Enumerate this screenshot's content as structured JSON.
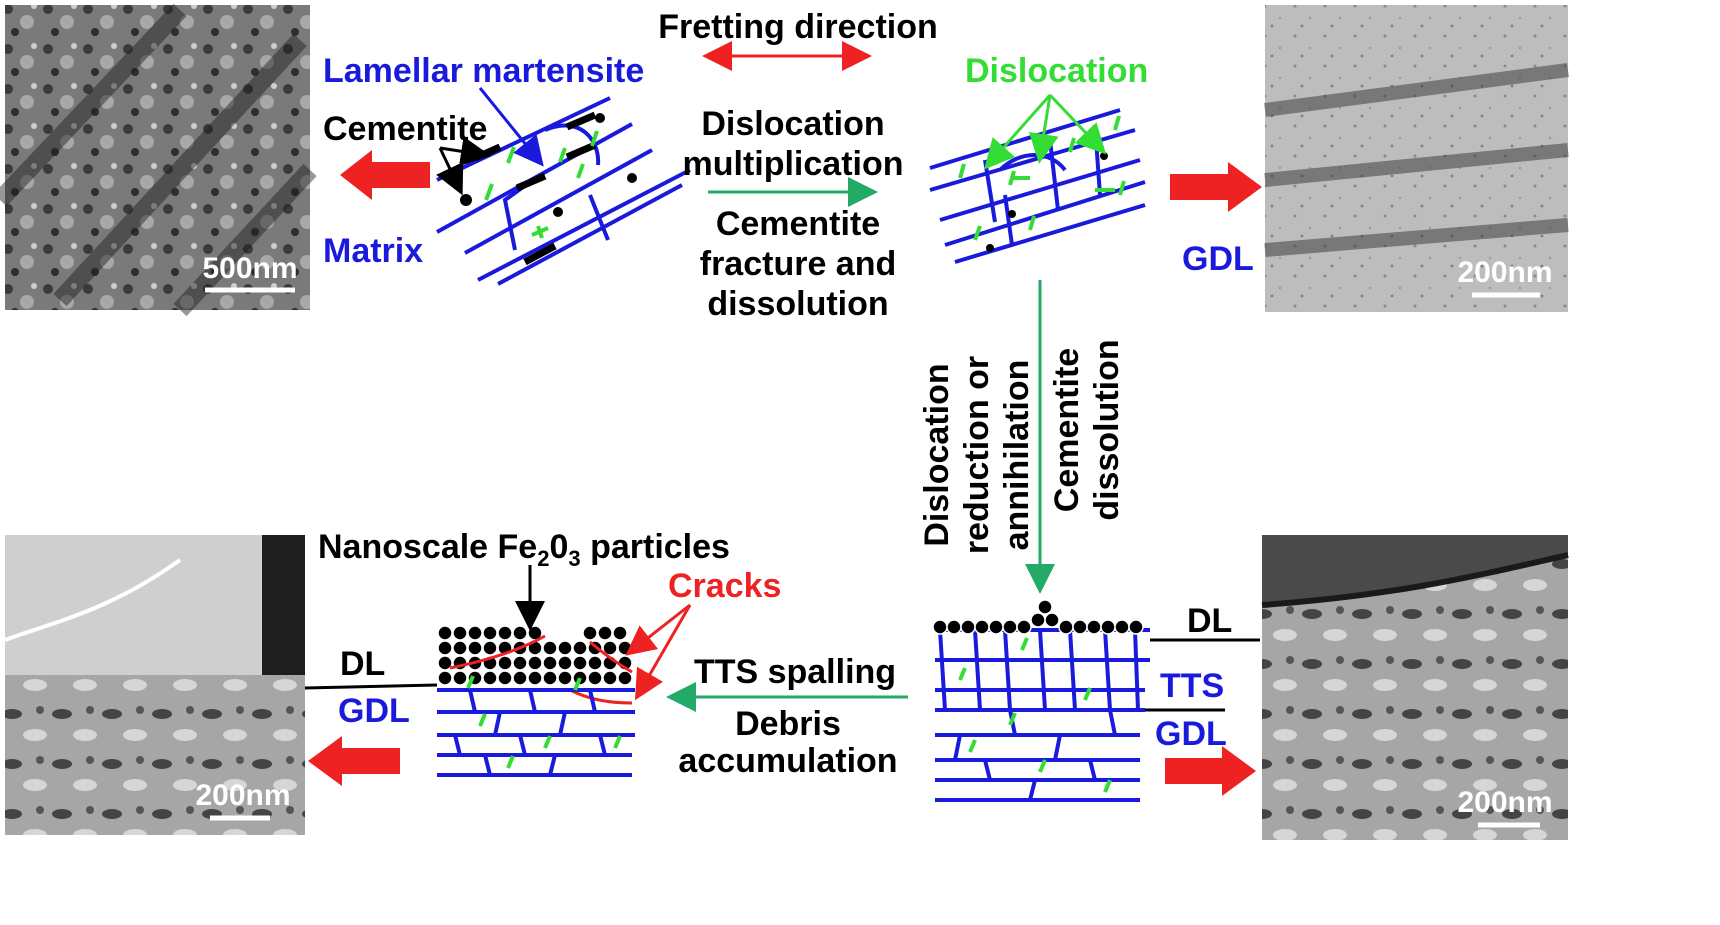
{
  "header": {
    "fretting_direction": "Fretting direction"
  },
  "micrographs": {
    "top_left_scale": "500nm",
    "top_right_scale": "200nm",
    "bottom_left_scale": "200nm",
    "bottom_right_scale": "200nm"
  },
  "stage1": {
    "lamellar_martensite": "Lamellar martensite",
    "cementite": "Cementite",
    "matrix": "Matrix"
  },
  "transition1": {
    "line1": "Dislocation",
    "line2": "multiplication",
    "line3": "Cementite",
    "line4": "fracture and",
    "line5": "dissolution"
  },
  "stage2": {
    "dislocation": "Dislocation",
    "gdl": "GDL"
  },
  "transition2": {
    "col1_line1": "Dislocation",
    "col1_line2": "reduction or",
    "col1_line3": "annihilation",
    "col2_line1": "Cementite",
    "col2_line2": "dissolution"
  },
  "stage3": {
    "dl": "DL",
    "tts": "TTS",
    "gdl": "GDL"
  },
  "transition3": {
    "line1": "TTS spalling",
    "line2": "Debris",
    "line3": "accumulation"
  },
  "stage4": {
    "particles_prefix": "Nanoscale Fe",
    "particles_sub1": "2",
    "particles_mid": "0",
    "particles_sub2": "3",
    "particles_suffix": " particles",
    "cracks": "Cracks",
    "dl": "DL",
    "gdl": "GDL"
  },
  "colors": {
    "martensite_blue": "#1a1adc",
    "dislocation_green": "#33dd33",
    "arrow_red": "#ee2222",
    "transition_green": "#22aa66"
  }
}
